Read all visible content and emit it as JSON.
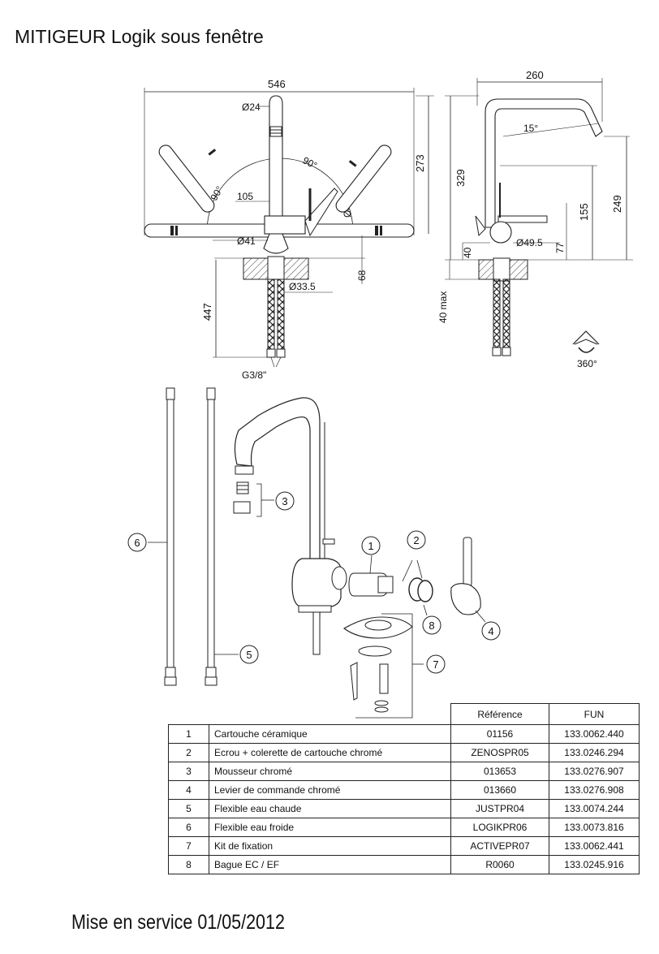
{
  "title": "MITIGEUR Logik sous fenêtre",
  "footer": "Mise en service 01/05/2012",
  "dimensions": {
    "front_width": "546",
    "spout_diameter": "Ø24",
    "angle_left": "90°",
    "angle_right": "90°",
    "dim_105": "105",
    "diameter_42": "Ø42",
    "diameter_41": "Ø41",
    "height_273": "273",
    "dim_68": "68",
    "diameter_33_5": "Ø33.5",
    "hose_length": "447",
    "thread": "G3/8\"",
    "side_width": "260",
    "angle_15": "15°",
    "height_329": "329",
    "height_249": "249",
    "height_155": "155",
    "dim_77": "77",
    "diameter_49_5": "Ø49.5",
    "dim_40": "40",
    "dim_40_max": "40 max",
    "rotation": "360°"
  },
  "callouts": [
    "1",
    "2",
    "3",
    "4",
    "5",
    "6",
    "7",
    "8"
  ],
  "table": {
    "headers": [
      "Référence",
      "FUN"
    ],
    "rows": [
      {
        "num": "1",
        "designation": "Cartouche céramique",
        "reference": "01156",
        "fun": "133.0062.440"
      },
      {
        "num": "2",
        "designation": "Ecrou + colerette de cartouche chromé",
        "reference": "ZENOSPR05",
        "fun": "133.0246.294"
      },
      {
        "num": "3",
        "designation": "Mousseur chromé",
        "reference": "013653",
        "fun": "133.0276.907"
      },
      {
        "num": "4",
        "designation": "Levier de commande chromé",
        "reference": "013660",
        "fun": "133.0276.908"
      },
      {
        "num": "5",
        "designation": "Flexible eau chaude",
        "reference": "JUSTPR04",
        "fun": "133.0074.244"
      },
      {
        "num": "6",
        "designation": "Flexible eau froide",
        "reference": "LOGIKPR06",
        "fun": "133.0073.816"
      },
      {
        "num": "7",
        "designation": " Kit de fixation",
        "reference": "ACTIVEPR07",
        "fun": "133.0062.441"
      },
      {
        "num": "8",
        "designation": "Bague EC / EF",
        "reference": "R0060",
        "fun": "133.0245.916"
      }
    ]
  }
}
